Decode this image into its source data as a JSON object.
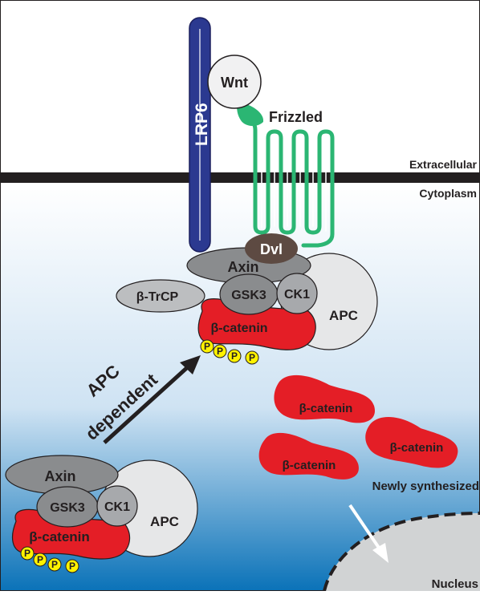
{
  "labels": {
    "lrp6": "LRP6",
    "wnt": "Wnt",
    "frizzled": "Frizzled",
    "extracellular": "Extracellular",
    "cytoplasm": "Cytoplasm",
    "dvl": "Dvl",
    "axin_top": "Axin",
    "btrcp": "β-TrCP",
    "gsk3_top": "GSK3",
    "ck1_top": "CK1",
    "apc_top": "APC",
    "bcatenin_top": "β-catenin",
    "apc_dependent_line1": "APC",
    "apc_dependent_line2": "dependent",
    "free_bcatenin_1": "β-catenin",
    "free_bcatenin_2": "β-catenin",
    "free_bcatenin_3": "β-catenin",
    "newly_synthesized": "Newly synthesized",
    "nucleus": "Nucleus",
    "axin_bottom": "Axin",
    "gsk3_bottom": "GSK3",
    "ck1_bottom": "CK1",
    "apc_bottom": "APC",
    "bcatenin_bottom": "β-catenin",
    "phospho": "P"
  },
  "colors": {
    "membrane": "#231f20",
    "lrp6": "#2b3990",
    "frizzled": "#2bb673",
    "wnt": "#f1f1f2",
    "dvl": "#5d4a42",
    "axin": "#8a8c8e",
    "btrcp": "#bcbec0",
    "gsk3": "#8a8c8e",
    "ck1": "#a7a9ac",
    "apc": "#e6e7e8",
    "bcatenin": "#e41e26",
    "phospho": "#fff200",
    "nucleus": "#d1d3d4",
    "cytoplasm_gradient_top": "#ffffff",
    "cytoplasm_gradient_bottom": "#0a72b8"
  },
  "icons": {
    "flow_arrow": "arrow-up-right-icon",
    "nuclear_entry_arrow": "arrow-down-right-icon"
  }
}
